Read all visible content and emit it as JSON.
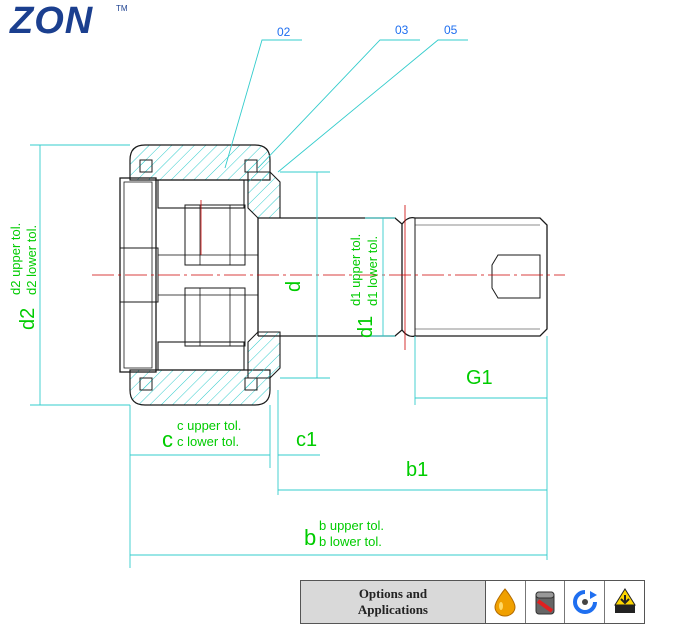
{
  "logo": {
    "text": "ZON",
    "tm": "TM"
  },
  "callouts": {
    "part_02": "02",
    "part_03": "03",
    "part_05": "05"
  },
  "dims": {
    "d2": "d2",
    "d2_upper": "d2 upper tol.",
    "d2_lower": "d2 lower tol.",
    "d": "d",
    "d1": "d1",
    "d1_upper": "d1 upper tol.",
    "d1_lower": "d1 lower tol.",
    "G1": "G1",
    "c": "c",
    "c_upper": "c upper tol.",
    "c_lower": "c lower tol.",
    "c1": "c1",
    "b1": "b1",
    "b": "b",
    "b_upper": "b upper tol.",
    "b_lower": "b lower tol."
  },
  "options": {
    "label_line1": "Options and",
    "label_line2": "Applications",
    "icons": [
      "oil-drop-icon",
      "seal-icon",
      "rotation-icon",
      "load-weight-icon"
    ]
  },
  "colors": {
    "dimension": "#00cc00",
    "outline": "#1a1a1a",
    "hatch": "#33cccc",
    "centerline": "#cc0000",
    "reference": "#1f6ff0",
    "brand": "#1b3f8f"
  }
}
